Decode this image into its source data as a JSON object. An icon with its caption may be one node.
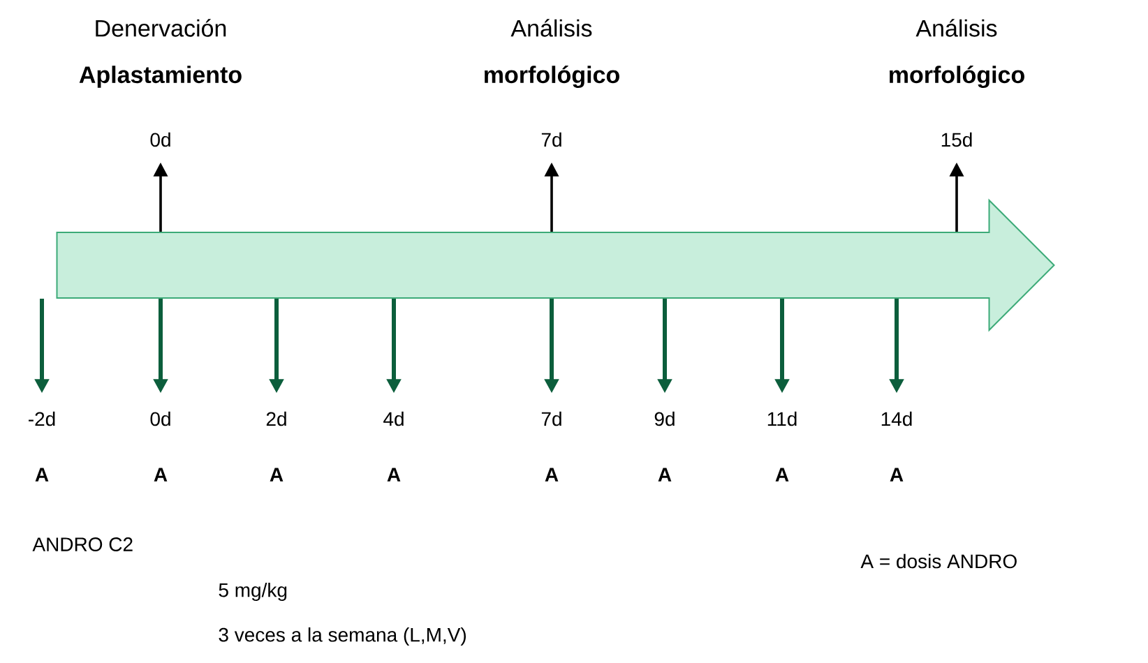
{
  "diagram": {
    "nodes": [
      {
        "text": [],
        "shape": "arrow"
      },
      {
        "text": [
          "0d"
        ]
      },
      {
        "text": [
          "7d"
        ]
      },
      {
        "text": [
          "15d"
        ]
      },
      {
        "text": [
          "-2d"
        ]
      },
      {
        "text": [
          "0d"
        ]
      },
      {
        "text": [
          "2d"
        ]
      },
      {
        "text": [
          "4d"
        ]
      },
      {
        "text": [
          "7d"
        ]
      },
      {
        "text": [
          "9d"
        ]
      },
      {
        "text": [
          "11d"
        ]
      },
      {
        "text": [
          "14d"
        ]
      }
    ],
    "edges": [
      {
        "from": 0,
        "to": 1,
        "arrow": "to",
        "color": "#000000"
      },
      {
        "from": 0,
        "to": 2,
        "arrow": "to",
        "color": "#000000"
      },
      {
        "from": 0,
        "to": 3,
        "arrow": "to",
        "color": "#000000"
      },
      {
        "from": 0,
        "to": 4,
        "arrow": "to"
      },
      {
        "from": 0,
        "to": 5,
        "arrow": "to"
      },
      {
        "from": 0,
        "to": 6,
        "arrow": "to"
      },
      {
        "from": 0,
        "to": 7,
        "arrow": "to"
      },
      {
        "from": 0,
        "to": 8,
        "arrow": "to"
      },
      {
        "from": 0,
        "to": 9,
        "arrow": "to"
      },
      {
        "from": 0,
        "to": 10,
        "arrow": "to"
      },
      {
        "from": 0,
        "to": 11,
        "arrow": "to"
      }
    ],
    "labels": [
      "Denervación",
      "Aplastamiento",
      "Análisis",
      "morfológico",
      "Análisis",
      "morfológico",
      "A",
      "A",
      "A",
      "A",
      "A",
      "A",
      "A",
      "A",
      "ANDRO C2",
      "5 mg/kg",
      "3 veces a la semana (L,M,V)",
      "A = dosis ANDRO"
    ]
  }
}
